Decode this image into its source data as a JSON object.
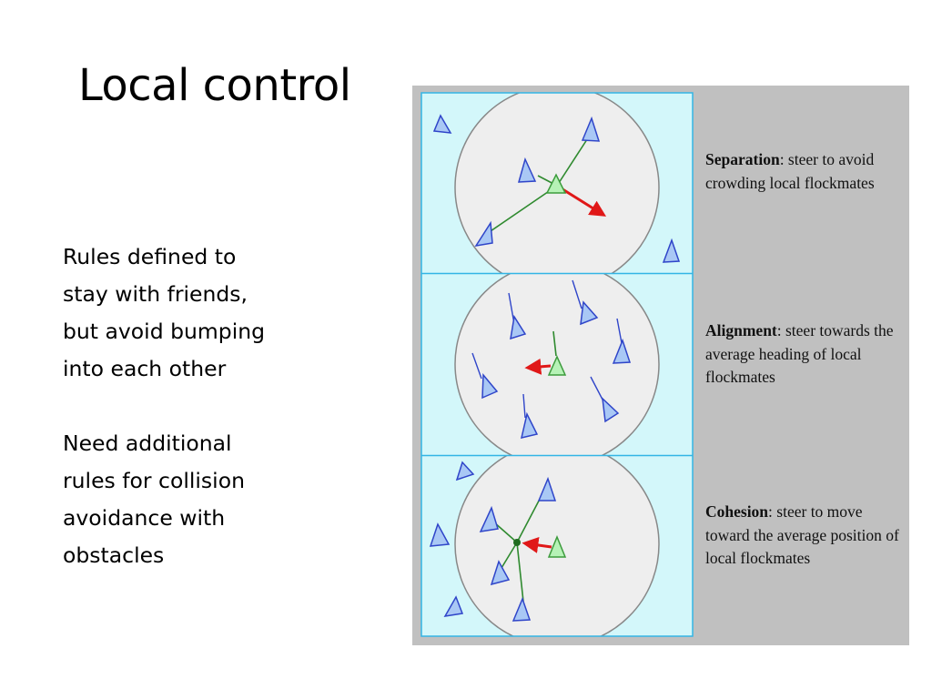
{
  "slide": {
    "title": "Local control",
    "paragraphs": [
      "Rules defined to\nstay with friends,\nbut avoid bumping\ninto each other",
      "Need additional\nrules for collision\navoidance with\nobstacles"
    ]
  },
  "figure": {
    "colors": {
      "panel_background": "#d3f7fa",
      "panel_border": "#33b5e5",
      "neighborhood_circle": "#eeeeee",
      "figure_background": "#c0c0c0",
      "neighbor_boid": "#a9c8f5",
      "neighbor_outline": "#2f45c9",
      "focal_boid": "#b6f2b6",
      "focal_outline": "#3c9b3c",
      "steering_arrow": "#e01818",
      "link_line": "#2f8a2f"
    },
    "icons": [
      "boid-triangle",
      "steering-arrow"
    ],
    "captions": [
      {
        "term": "Separation",
        "text": ": steer to avoid crowding local flockmates"
      },
      {
        "term": "Alignment",
        "text": ": steer towards the average heading of local flockmates"
      },
      {
        "term": "Cohesion",
        "text": ": steer to move toward the average position of local flockmates"
      }
    ]
  }
}
